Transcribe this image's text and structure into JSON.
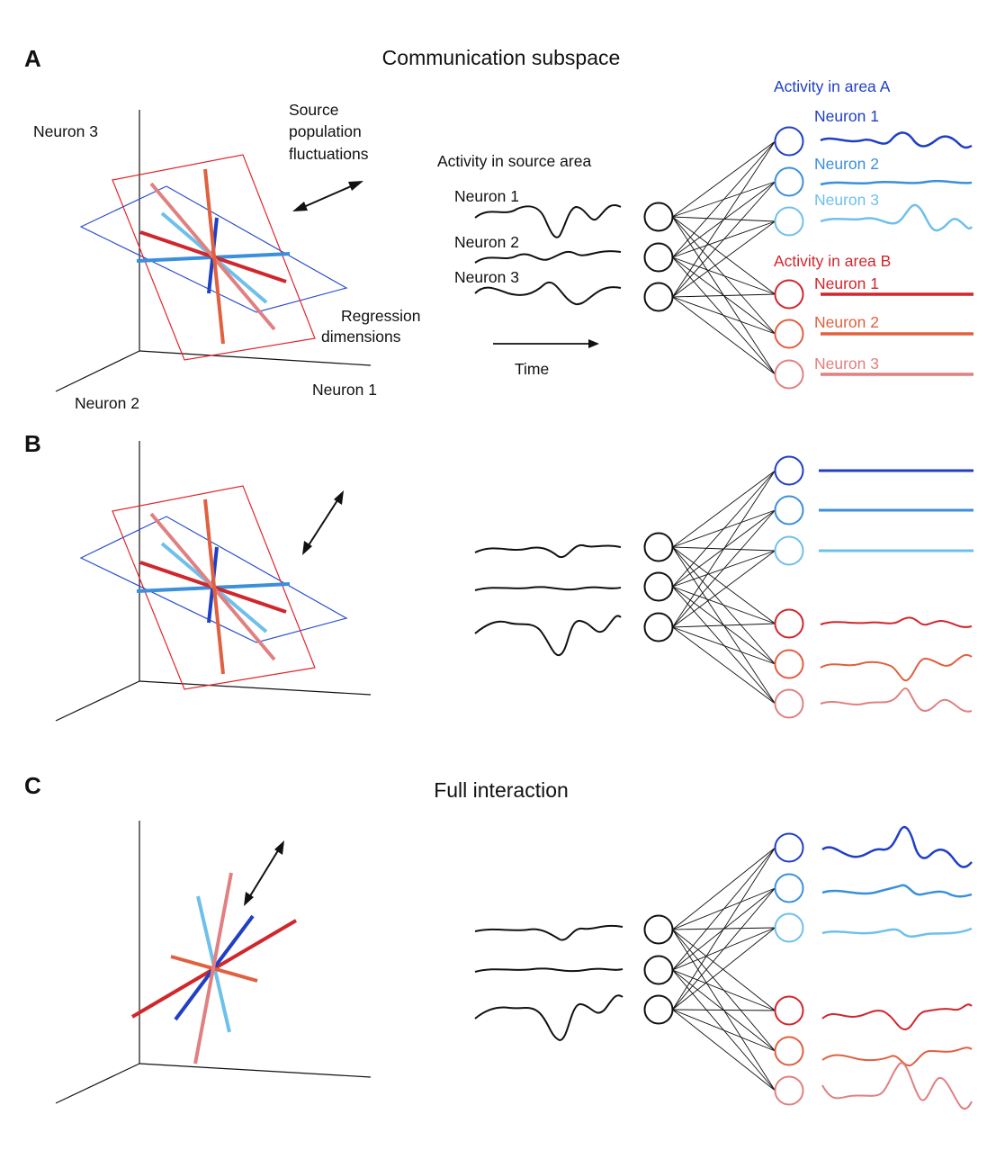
{
  "colors": {
    "areaA": [
      "#1f3fc4",
      "#3b8fdb",
      "#6ec0ea"
    ],
    "areaB": [
      "#d0262c",
      "#e0603f",
      "#e08080"
    ],
    "plane_blue": "#2a4fcf",
    "plane_red": "#e0262c",
    "ink": "#111111"
  },
  "panels": {
    "A": {
      "letter": "A",
      "title": "Communication subspace"
    },
    "B": {
      "letter": "B"
    },
    "C": {
      "letter": "C",
      "title": "Full interaction"
    }
  },
  "axes": {
    "neuron3": "Neuron 3",
    "neuron2": "Neuron 2",
    "neuron1": "Neuron 1"
  },
  "annotations": {
    "source_fluct": [
      "Source",
      "population",
      "fluctuations"
    ],
    "regression": [
      "Regression",
      "dimensions"
    ],
    "activity_source": "Activity in source area",
    "time": "Time",
    "source_neurons": [
      "Neuron 1",
      "Neuron 2",
      "Neuron 3"
    ],
    "area_a": "Activity in area A",
    "area_a_neurons": [
      "Neuron 1",
      "Neuron 2",
      "Neuron 3"
    ],
    "area_b": "Activity in area B",
    "area_b_neurons": [
      "Neuron 1",
      "Neuron 2",
      "Neuron 3"
    ]
  }
}
